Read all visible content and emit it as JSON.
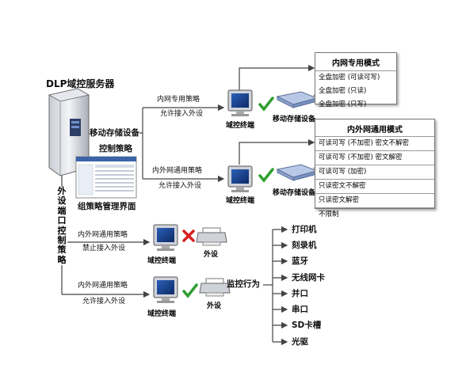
{
  "server": {
    "title": "DLP域控服务器"
  },
  "left": {
    "storage_label": "移动存储设备",
    "control_label": "控制策略",
    "console_label": "组策略管理界面",
    "peripheral_label": "外设端口控制策略"
  },
  "branch1": {
    "policy": "内网专用策略",
    "permission": "允许接入外设",
    "terminal": "域控终端",
    "device": "移动存储设备"
  },
  "branch2": {
    "policy": "内外网通用策略",
    "permission": "允许接入外设",
    "terminal": "域控终端",
    "device": "移动存储设备"
  },
  "branch3": {
    "policy": "内外网通用策略",
    "permission": "禁止接入外设",
    "terminal": "域控终端",
    "device": "外设"
  },
  "branch4": {
    "policy": "内外网通用策略",
    "permission": "允许接入外设",
    "terminal": "域控终端",
    "device": "外设",
    "action": "监控行为"
  },
  "box1": {
    "title": "内网专用模式",
    "rows": [
      "全盘加密 (可读可写)",
      "全盘加密 (只读)",
      "全盘加密 (只写)"
    ]
  },
  "box2": {
    "title": "内外网通用模式",
    "rows": [
      "可读可写 (不加密) 密文不解密",
      "可读可写 (不加密) 密文解密",
      "可读可写 (加密)",
      "只读密文不解密",
      "只读密文解密",
      "不限制"
    ]
  },
  "devices": [
    "打印机",
    "刻录机",
    "蓝牙",
    "无线网卡",
    "并口",
    "串口",
    "SD卡槽",
    "光驱"
  ],
  "colors": {
    "line": "#444444",
    "check": "#2e9e2e",
    "cross": "#d62020",
    "monitor": "#1a3f8a"
  }
}
